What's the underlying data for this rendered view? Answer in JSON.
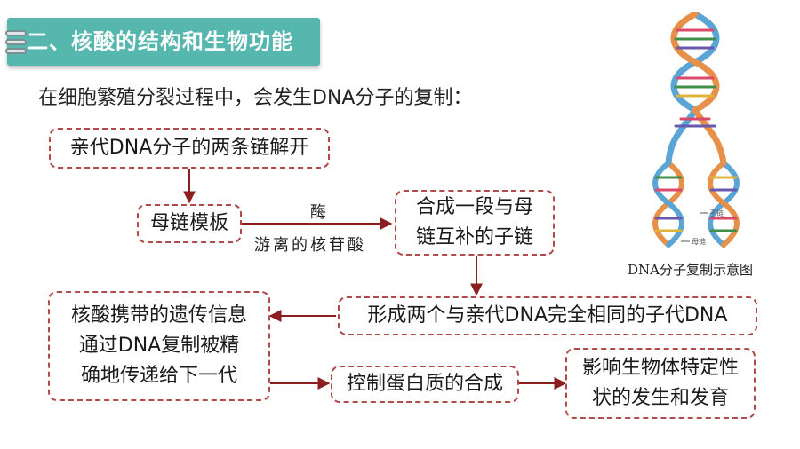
{
  "banner": {
    "title": "二、核酸的结构和生物功能"
  },
  "intro": "在细胞繁殖分裂过程中，会发生DNA分子的复制：",
  "boxes": {
    "unwind": "亲代DNA分子的两条链解开",
    "template": "母链模板",
    "synth_line1": "合成一段与母",
    "synth_line2": "链互补的子链",
    "form": "形成两个与亲代DNA完全相同的子代DNA",
    "info_line1": "核酸携带的遗传信息",
    "info_line2": "通过DNA复制被精",
    "info_line3": "确地传递给下一代",
    "protein": "控制蛋白质的合成",
    "effect_line1": "影响生物体特定性",
    "effect_line2": "状的发生和发育"
  },
  "arrow_labels": {
    "enzyme": "酶",
    "nucleotides": "游离的核苷酸"
  },
  "figure": {
    "caption": "DNA分子复制示意图",
    "daughter_label": "子链",
    "parent_label": "母链"
  },
  "colors": {
    "banner": "#56b7ae",
    "box_border": "#b34a4a",
    "arrow": "#8b1e1e",
    "strand_blue": "#5aa5d6",
    "strand_orange": "#e6904a"
  }
}
